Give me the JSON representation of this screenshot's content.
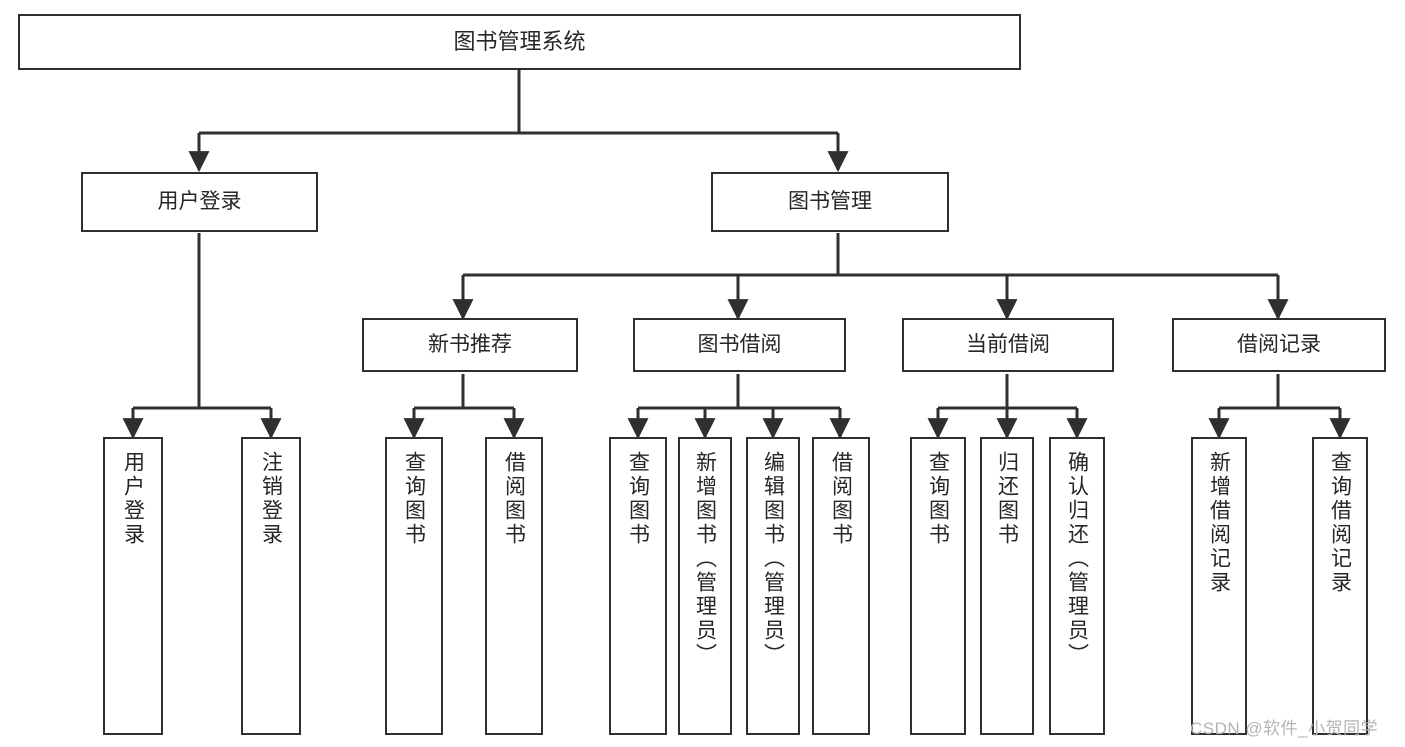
{
  "diagram": {
    "title": "图书管理系统",
    "type": "hierarchy-tree",
    "watermark": "CSDN @软件_小贺同学",
    "colors": {
      "box_border": "#2f2f2f",
      "box_fill": "#ffffff",
      "text": "#262626",
      "edge": "#2f2f2f",
      "watermark": "#b4b4b4",
      "background": "#ffffff"
    },
    "nodes": {
      "root": {
        "label": "图书管理系统"
      },
      "level1": [
        {
          "id": "user-login",
          "label": "用户登录"
        },
        {
          "id": "book-manage",
          "label": "图书管理"
        }
      ],
      "level2": [
        {
          "id": "new-book-rec",
          "label": "新书推荐"
        },
        {
          "id": "book-borrow",
          "label": "图书借阅"
        },
        {
          "id": "current-borrow",
          "label": "当前借阅"
        },
        {
          "id": "borrow-record",
          "label": "借阅记录"
        }
      ],
      "leaves": {
        "user_login": [
          {
            "id": "leaf-user-login",
            "label": "用户登录"
          },
          {
            "id": "leaf-logout-login",
            "label": "注销登录"
          }
        ],
        "new_book_rec": [
          {
            "id": "leaf-query-book-1",
            "label": "查询图书"
          },
          {
            "id": "leaf-borrow-book-1",
            "label": "借阅图书"
          }
        ],
        "book_borrow": [
          {
            "id": "leaf-query-book-2",
            "label": "查询图书"
          },
          {
            "id": "leaf-add-book",
            "label": "新增图书（管理员）"
          },
          {
            "id": "leaf-edit-book",
            "label": "编辑图书（管理员）"
          },
          {
            "id": "leaf-borrow-book-2",
            "label": "借阅图书"
          }
        ],
        "current_borrow": [
          {
            "id": "leaf-query-book-3",
            "label": "查询图书"
          },
          {
            "id": "leaf-return-book",
            "label": "归还图书"
          },
          {
            "id": "leaf-confirm-return",
            "label": "确认归还（管理员）"
          }
        ],
        "borrow_record": [
          {
            "id": "leaf-add-record",
            "label": "新增借阅记录"
          },
          {
            "id": "leaf-query-record",
            "label": "查询借阅记录"
          }
        ]
      }
    }
  }
}
